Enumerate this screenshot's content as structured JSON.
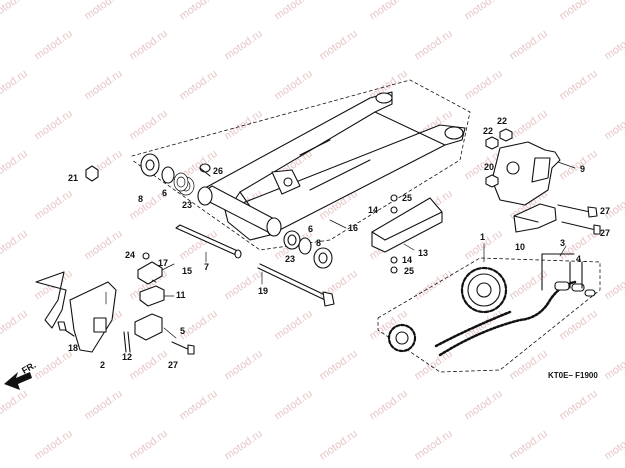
{
  "diagram": {
    "reference_code": "KT0E– F1900",
    "direction_label": "FR.",
    "watermark": "motod.ru",
    "parts": [
      {
        "num": "1"
      },
      {
        "num": "2"
      },
      {
        "num": "3"
      },
      {
        "num": "4"
      },
      {
        "num": "5"
      },
      {
        "num": "6"
      },
      {
        "num": "7"
      },
      {
        "num": "8"
      },
      {
        "num": "9"
      },
      {
        "num": "10"
      },
      {
        "num": "11"
      },
      {
        "num": "12"
      },
      {
        "num": "13"
      },
      {
        "num": "14"
      },
      {
        "num": "15"
      },
      {
        "num": "16"
      },
      {
        "num": "17"
      },
      {
        "num": "18"
      },
      {
        "num": "19"
      },
      {
        "num": "20"
      },
      {
        "num": "21"
      },
      {
        "num": "22"
      },
      {
        "num": "23"
      },
      {
        "num": "24"
      },
      {
        "num": "25"
      },
      {
        "num": "26"
      },
      {
        "num": "27"
      }
    ]
  }
}
